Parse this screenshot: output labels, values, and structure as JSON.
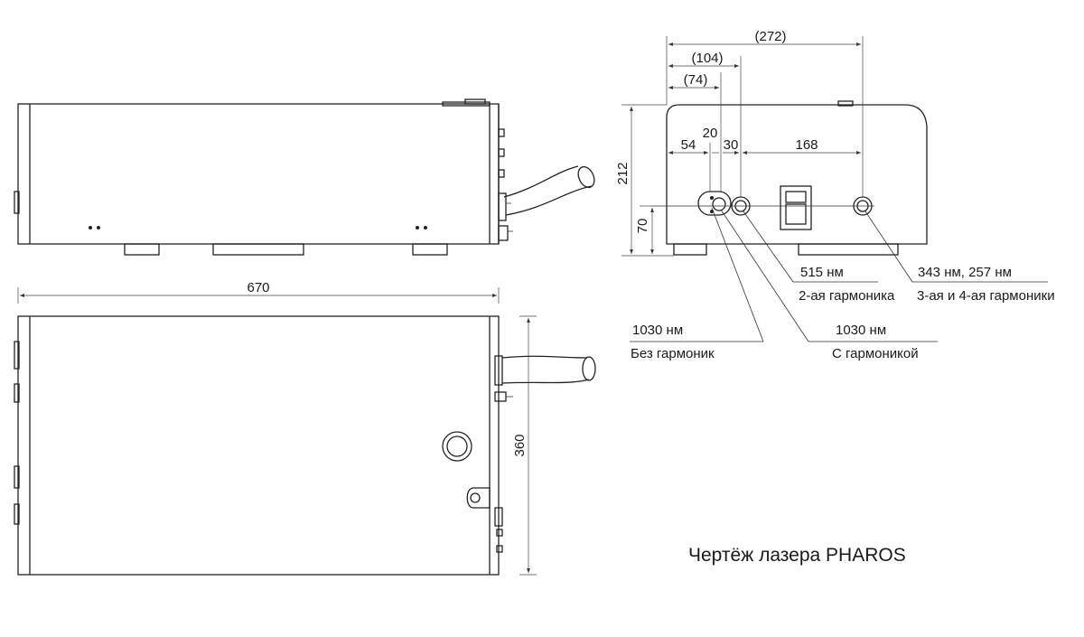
{
  "caption": "Чертёж лазера PHAROS",
  "dimensions": {
    "length": "670",
    "depth": "360",
    "height": "212",
    "beam_height": "70",
    "overall_272": "(272)",
    "overall_104": "(104)",
    "overall_74": "(74)",
    "d54": "54",
    "d20": "20",
    "d30": "30",
    "d168": "168"
  },
  "outputs": [
    {
      "wavelength": "515 нм",
      "description": "2-ая гармоника"
    },
    {
      "wavelength": "343 нм, 257 нм",
      "description": "3-ая и 4-ая гармоники"
    },
    {
      "wavelength": "1030 нм",
      "description": "Без гармоник"
    },
    {
      "wavelength": "1030 нм",
      "description": "С гармоникой"
    }
  ]
}
